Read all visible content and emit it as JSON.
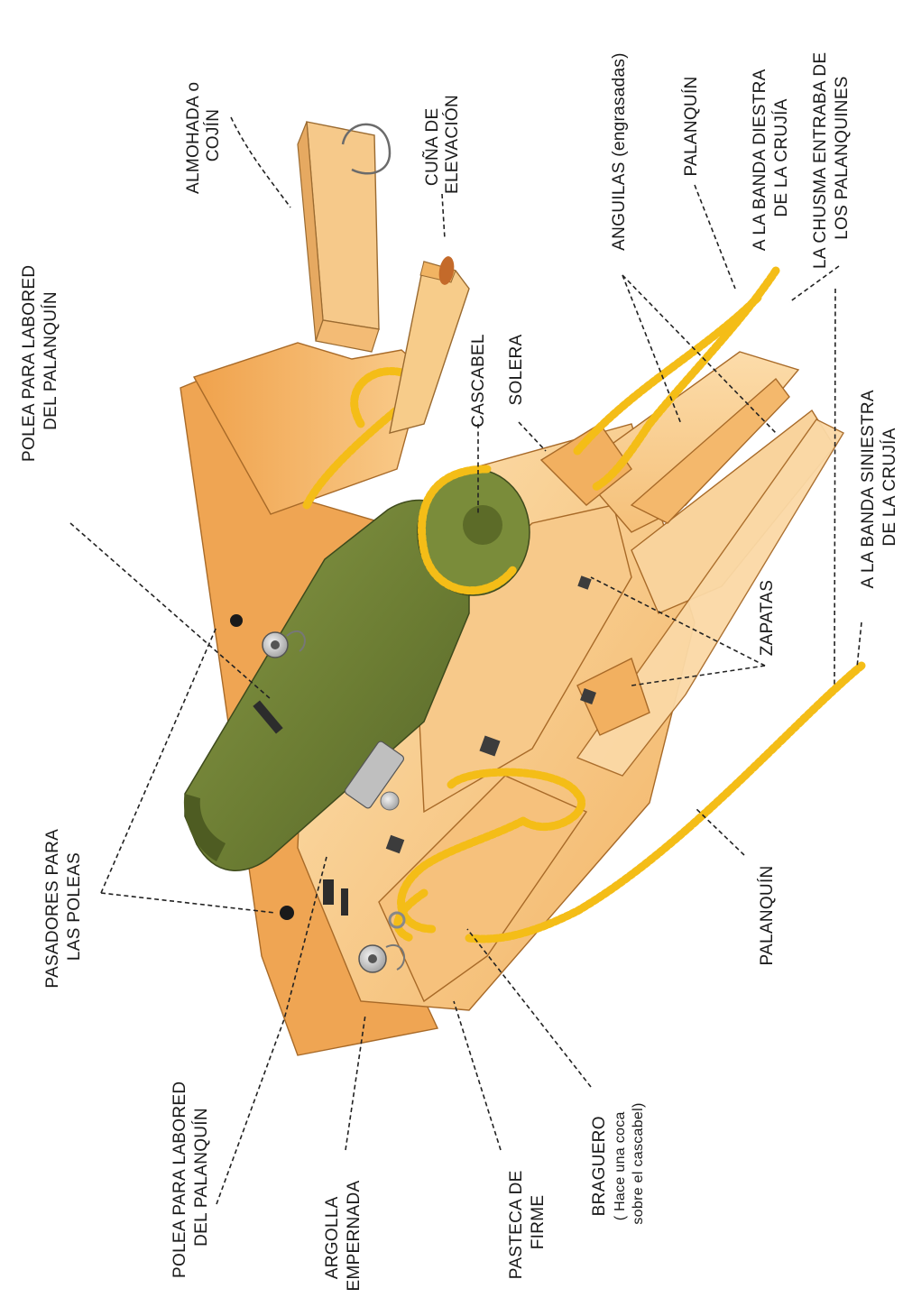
{
  "labels": {
    "almohada": [
      "ALMOHADA o",
      "COJÍN"
    ],
    "cuna": [
      "CUÑA DE",
      "ELEVACIÓN"
    ],
    "anguilas": "ANGUILAS (engrasadas)",
    "palanquin_top": "PALANQUÍN",
    "banda_diestra": [
      "A LA BANDA DIESTRA",
      "DE LA CRUJÍA"
    ],
    "chusma": [
      "LA CHUSMA ENTRABA DE",
      "LOS PALANQUINES"
    ],
    "banda_siniestra": [
      "A LA BANDA SINIESTRA",
      "DE LA CRUJÍA"
    ],
    "zapatas": "ZAPATAS",
    "palanquin_bottom": "PALANQUÍN",
    "cascabel": "CASCABEL",
    "solera": "SOLERA",
    "polea_top": [
      "POLEA PARA LABORED",
      "DEL PALANQUÍN"
    ],
    "pasadores": [
      "PASADORES PARA",
      "LAS POLEAS"
    ],
    "polea_bottom": [
      "POLEA PARA LABORED",
      "DEL PALANQUÍN"
    ],
    "argolla": [
      "ARGOLLA",
      "EMPERNADA"
    ],
    "pasteca": [
      "PASTECA DE",
      "FIRME"
    ],
    "braguero": [
      "BRAGUERO",
      "( Hace una coca",
      "sobre el cascabel)"
    ]
  },
  "colors": {
    "wood_light": "#fbd9a2",
    "wood_mid": "#f3b567",
    "wood_dark": "#e39a45",
    "cannon": "#6e7f36",
    "rope": "#f4bd17",
    "metal": "#c9c9c9"
  },
  "icons": {
    "block": "pulley-block-icon",
    "ring": "bolted-ring-icon"
  }
}
